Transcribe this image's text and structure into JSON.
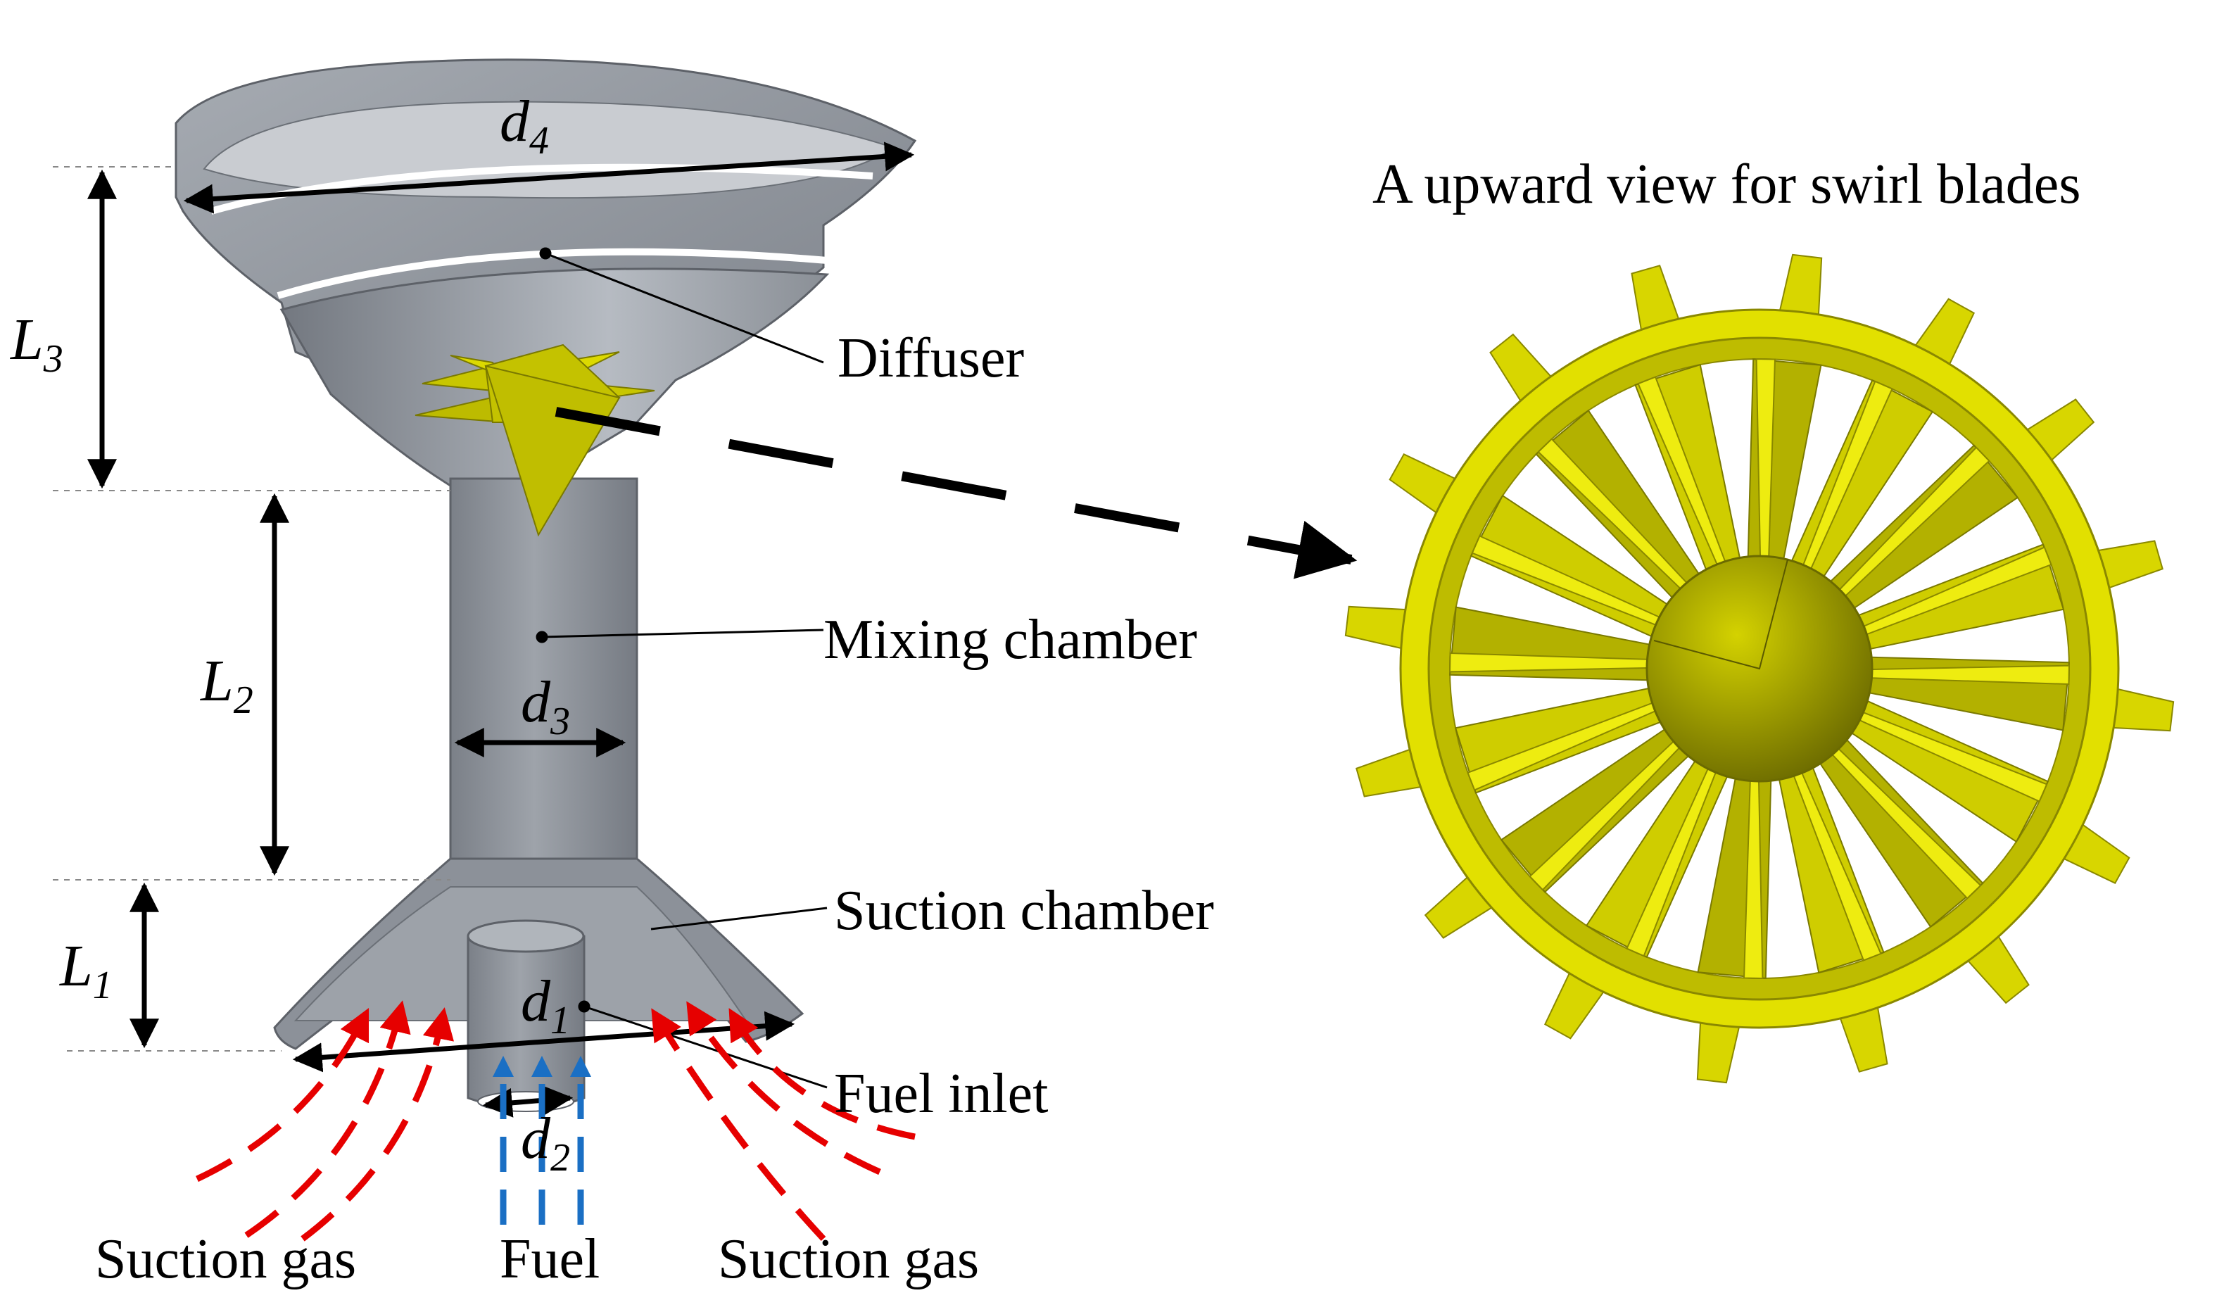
{
  "title": "A upward view for swirl blades",
  "labels": {
    "diffuser": "Diffuser",
    "mixing_chamber": "Mixing chamber",
    "suction_chamber": "Suction chamber",
    "fuel_inlet": "Fuel inlet",
    "suction_gas_left": "Suction gas",
    "fuel": "Fuel",
    "suction_gas_right": "Suction gas"
  },
  "dimensions": {
    "d4": {
      "base": "d",
      "sub": "4"
    },
    "d3": {
      "base": "d",
      "sub": "3"
    },
    "d1": {
      "base": "d",
      "sub": "1"
    },
    "d2": {
      "base": "d",
      "sub": "2"
    },
    "L3": {
      "base": "L",
      "sub": "3"
    },
    "L2": {
      "base": "L",
      "sub": "2"
    },
    "L1": {
      "base": "L",
      "sub": "1"
    }
  },
  "colors": {
    "body_gray": "#8e949c",
    "blade_yellow": "#e0e000",
    "suction_arrow": "#e60000",
    "fuel_arrow": "#1a6fc4"
  },
  "swirl_blades": {
    "count": 16
  }
}
